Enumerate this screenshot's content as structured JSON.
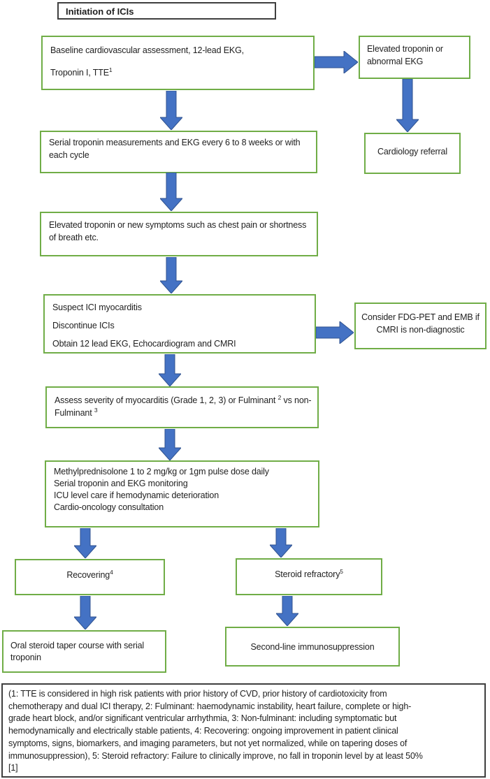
{
  "figure": {
    "title": "Initiation of ICIs"
  },
  "nodes": {
    "baseline": {
      "lines": [
        {
          "text": "Baseline cardiovascular assessment, 12-lead EKG,"
        },
        {
          "text": "Troponin I, TTE",
          "sup": "1"
        }
      ]
    },
    "elevated_abnormal": {
      "lines": [
        {
          "text": "Elevated troponin or"
        },
        {
          "text": "abnormal EKG"
        }
      ]
    },
    "cardiology_referral": {
      "lines": [
        {
          "text": "Cardiology referral"
        }
      ]
    },
    "serial_monitoring": {
      "lines": [
        {
          "text": "Serial troponin measurements and EKG every 6 to 8 weeks or with"
        },
        {
          "text": "each cycle"
        }
      ]
    },
    "new_symptoms": {
      "lines": [
        {
          "text": "Elevated troponin or new symptoms such as chest pain or shortness"
        },
        {
          "text": "of breath etc."
        }
      ]
    },
    "suspect": {
      "lines": [
        {
          "text": "Suspect ICI myocarditis"
        },
        {
          "text": "Discontinue ICIs"
        },
        {
          "text": "Obtain 12 lead EKG, Echocardiogram and CMRI"
        }
      ]
    },
    "fdg_pet": {
      "lines": [
        {
          "text": "Consider FDG-PET and EMB if"
        },
        {
          "text": "CMRI is non-diagnostic"
        }
      ]
    },
    "assess_severity": {
      "lines": [
        {
          "text": "Assess severity of myocarditis (Grade 1, 2, 3) or Fulminant ",
          "sup": "2",
          "post": " vs non-"
        },
        {
          "text": "Fulminant ",
          "sup": "3"
        }
      ]
    },
    "treatment": {
      "lines": [
        {
          "text": "Methylprednisolone 1 to 2 mg/kg or 1gm pulse dose daily"
        },
        {
          "text": "Serial troponin and EKG monitoring"
        },
        {
          "text": "ICU level care if hemodynamic deterioration"
        },
        {
          "text": "Cardio-oncology consultation"
        }
      ]
    },
    "recovering": {
      "lines": [
        {
          "text": "Recovering",
          "sup": "4"
        }
      ]
    },
    "steroid_refractory": {
      "lines": [
        {
          "text": "Steroid refractory",
          "sup": "5"
        }
      ]
    },
    "oral_taper": {
      "lines": [
        {
          "text": "Oral steroid taper course with serial"
        },
        {
          "text": "troponin"
        }
      ]
    },
    "second_line": {
      "lines": [
        {
          "text": "Second-line immunosuppression"
        }
      ]
    }
  },
  "footnote": {
    "lines": [
      "(1: TTE is considered in high risk patients with prior history of CVD, prior history of cardiotoxicity from",
      "chemotherapy and dual ICI therapy, 2: Fulminant: haemodynamic instability, heart failure, complete or high-",
      "grade heart block, and/or significant ventricular arrhythmia, 3: Non-fulminant: including symptomatic but",
      "hemodynamically and electrically stable patients, 4: Recovering: ongoing improvement in patient clinical",
      "symptoms, signs, biomarkers, and imaging parameters, but not yet normalized, while on tapering doses of",
      "immunosuppression), 5: Steroid refractory: Failure to clinically improve, no fall in troponin level by at least 50%",
      "[1]"
    ]
  },
  "colors": {
    "node_border": "#70AD47",
    "arrow_fill": "#4472C4",
    "arrow_stroke": "#2F528F",
    "frame_border": "#3f3f3f",
    "text": "#1f1f1f",
    "background": "#ffffff"
  }
}
